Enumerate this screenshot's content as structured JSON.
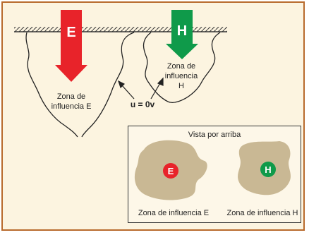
{
  "pile_e": {
    "letter": "E",
    "color": "#e8232a"
  },
  "pile_h": {
    "letter": "H",
    "color": "#0f9a4a"
  },
  "zone_e_label_line1": "Zona de",
  "zone_e_label_line2": "influencia E",
  "zone_h_label_line1": "Zona de",
  "zone_h_label_line2": "influencia",
  "zone_h_label_line3": "H",
  "displacement_label": "u = 0v",
  "inset": {
    "title": "Vista por arriba",
    "label_e": "Zona de influencia E",
    "label_h": "Zona de influencia H"
  },
  "colors": {
    "frame_border": "#b86a2c",
    "background": "#fcf4e0",
    "blob_fill": "#c9b894"
  }
}
